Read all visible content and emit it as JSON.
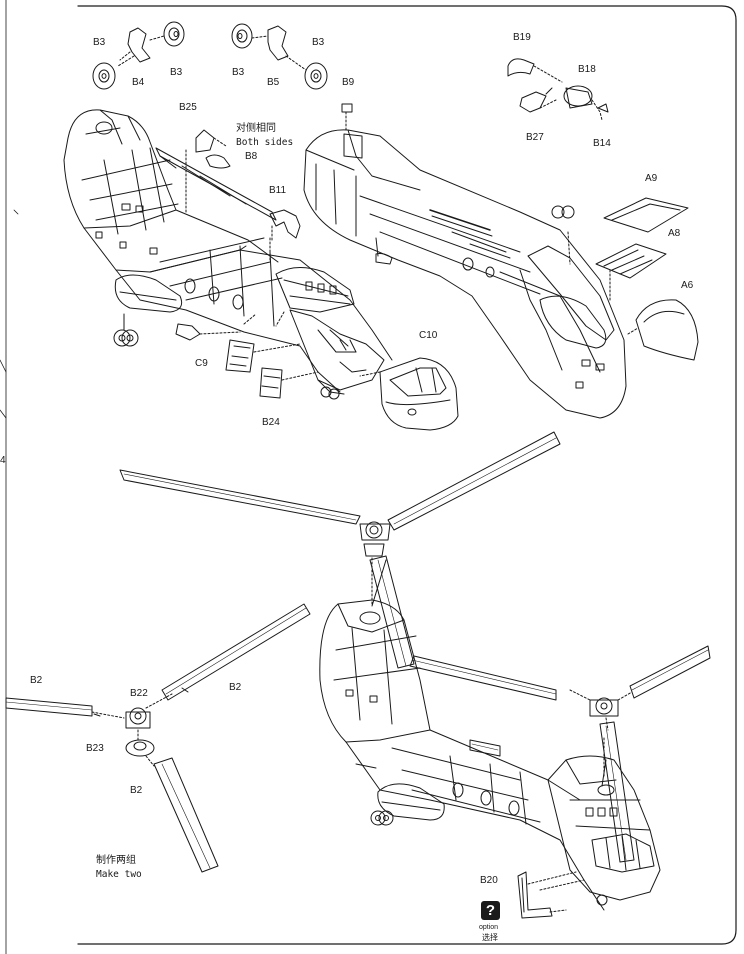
{
  "labels": {
    "b3_a": "B3",
    "b4": "B4",
    "b3_b": "B3",
    "b3_c": "B3",
    "b5": "B5",
    "b3_d": "B3",
    "b19": "B19",
    "b18": "B18",
    "b27": "B27",
    "b14": "B14",
    "b9": "B9",
    "b25": "B25",
    "b8": "B8",
    "b11": "B11",
    "a9": "A9",
    "a8": "A8",
    "a6": "A6",
    "c10": "C10",
    "c9": "C9",
    "b24": "B24",
    "b2_left": "B2",
    "b2_upper": "B2",
    "b2_lower": "B2",
    "b22": "B22",
    "b23": "B23",
    "b20": "B20",
    "margin_4": "4"
  },
  "notes": {
    "both_sides_cn": "对侧相同",
    "both_sides_en": "Both sides",
    "make_two_cn": "制作两组",
    "make_two_en": "Make two",
    "option_en": "option",
    "option_cn": "选择",
    "option_symbol": "?"
  },
  "colors": {
    "line": "#1a1a1a",
    "paper": "#ffffff"
  }
}
